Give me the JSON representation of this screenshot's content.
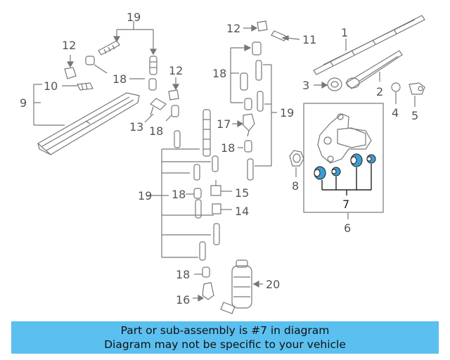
{
  "callouts": {
    "c1": "1",
    "c2": "2",
    "c3": "3",
    "c4": "4",
    "c5": "5",
    "c6": "6",
    "c7": "7",
    "c8": "8",
    "c9": "9",
    "c10": "10",
    "c11": "11",
    "c12a": "12",
    "c12b": "12",
    "c12c": "12",
    "c13": "13",
    "c14": "14",
    "c15": "15",
    "c16": "16",
    "c17": "17",
    "c18a": "18",
    "c18b": "18",
    "c18c": "18",
    "c18d": "18",
    "c18e": "18",
    "c18f": "18",
    "c19a": "19",
    "c19b": "19",
    "c19c": "19",
    "c20": "20"
  },
  "banner": {
    "line1": "Part or sub-assembly is #7 in diagram",
    "line2": "Diagram may not be specific to your vehicle"
  },
  "colors": {
    "banner_bg": "#5bc0f0",
    "highlight": "#3a9fd6",
    "line": "#777777"
  }
}
